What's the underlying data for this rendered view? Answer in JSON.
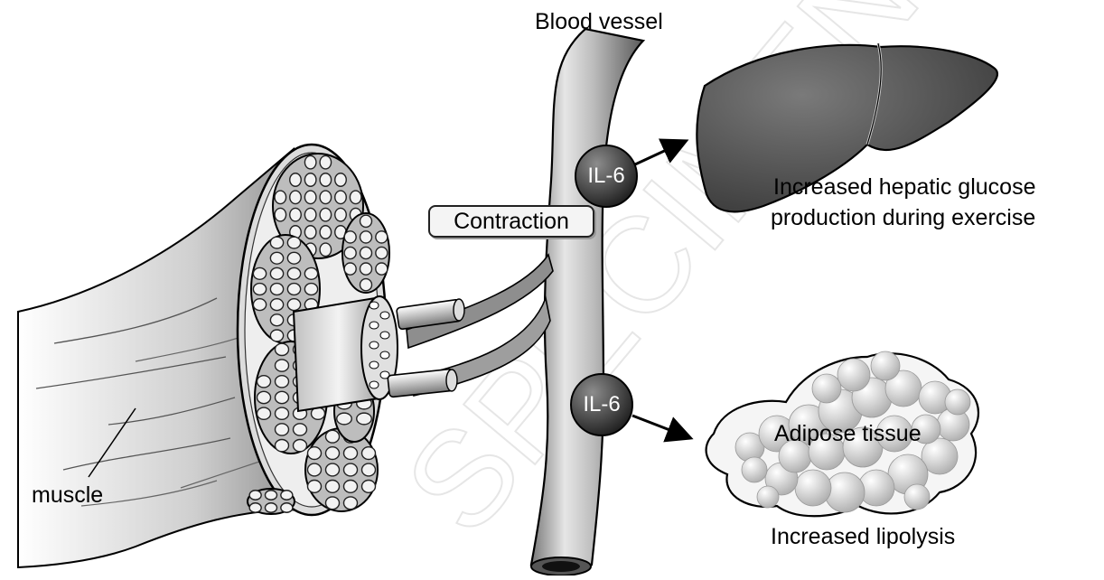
{
  "labels": {
    "blood_vessel": "Blood vessel",
    "contraction": "Contraction",
    "il6_top": "IL-6",
    "il6_bottom": "IL-6",
    "hepatic_line1": "Increased hepatic glucose",
    "hepatic_line2": "production during exercise",
    "adipose": "Adipose tissue",
    "lipolysis": "Increased lipolysis",
    "muscle": "muscle"
  },
  "watermark": "SPECIMEN",
  "colors": {
    "liver": "#505050",
    "vessel_light": "#d8d8d8",
    "vessel_dark": "#555555",
    "il6_ball": "#444444",
    "adipose_cell": "#c8c8c8"
  }
}
